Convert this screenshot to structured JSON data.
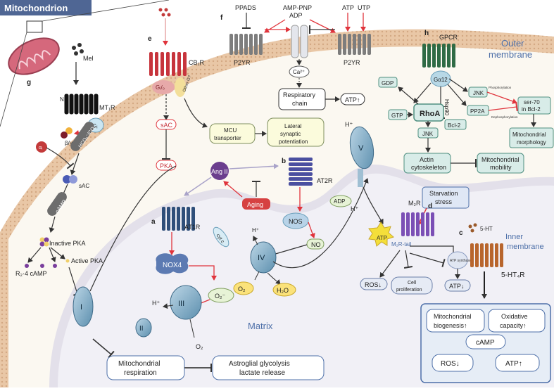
{
  "headings": {
    "mitochondrion": "Mitochondrion",
    "outer_membrane_1": "Outer",
    "outer_membrane_2": "membrane",
    "inner_membrane_1": "Inner",
    "inner_membrane_2": "membrane",
    "matrix": "Matrix"
  },
  "panels": [
    "a",
    "b",
    "c",
    "d",
    "e",
    "f",
    "g",
    "h"
  ],
  "receptors": {
    "mt1r": "MT₁R",
    "cb1r": "CB₁R",
    "p2yr_left": "P2YR",
    "p2yr_right": "P2YR",
    "gpcr": "GPCR",
    "at1r": "AT1R",
    "at2r": "AT2R",
    "m2r": "M₂R",
    "m2r_tail": "M₂R-tail",
    "ht4r": "5-HT₄R"
  },
  "ligands": {
    "mel": "Mel",
    "ppads": "PPADS",
    "amp_pnp": "AMP-PNP",
    "adp_top": "ADP",
    "atp_top": "ATP",
    "utp_top": "UTP",
    "ht5": "5-HT"
  },
  "g_module": {
    "gi": "Gᵢ",
    "alpha": "αᵢ",
    "beta_gamma": "β/γ",
    "hco3": "HCO₃⁻/CO₂",
    "sac": "sAC",
    "camp": "cAMP",
    "inactive_pka": "Inactive PKA",
    "active_pka": "Active PKA",
    "r2_camp": "R₂·4 cAMP"
  },
  "e_module": {
    "gio": "Gᵢ/ₒ",
    "other_g": "Other G?",
    "sac": "sAC",
    "pka": "PKA",
    "mcu": "MCU transporter",
    "lateral": "Lateral synaptic potentiation"
  },
  "f_module": {
    "ca": "Ca²⁺",
    "resp_chain_1": "Respiratory",
    "resp_chain_2": "chain",
    "atp_up": "ATP↑"
  },
  "h_module": {
    "ga12": "Gα12",
    "gdp": "GDP",
    "gtp": "GTP",
    "rhoa": "RhoA",
    "jnk1": "JNK",
    "jnk2": "JNK",
    "hsp90": "Hsp90",
    "pp2a": "PP2A",
    "bcl2": "Bcl-2",
    "ser70_1": "ser-70",
    "ser70_2": "in Bcl-2",
    "phos": "Phosphorylation",
    "dephos": "Dephosphorylation",
    "morph_1": "Mitochondrial",
    "morph_2": "morphology",
    "actin_1": "Actin",
    "actin_2": "cytoskeleton",
    "mobility_1": "Mitochondrial",
    "mobility_2": "mobility"
  },
  "ab_module": {
    "ang2": "Ang II",
    "aging": "Aging",
    "nos": "NOS",
    "no": "NO",
    "nox4": "NOX4",
    "superoxide": "O₂⁻",
    "cyt_c": "cyt c",
    "h_plus": "H⁺",
    "o2": "O₂",
    "h2o": "H₂O",
    "o2_out": "O₂"
  },
  "etc": {
    "complex_1": "I",
    "complex_2": "II",
    "complex_3": "III",
    "complex_4": "IV",
    "complex_5": "V",
    "adp": "ADP",
    "atp": "ATP"
  },
  "d_module": {
    "starvation_1": "Starvation",
    "starvation_2": "stress",
    "ros_down": "ROS↓",
    "cell_prolif_1": "Cell",
    "cell_prolif_2": "proliferation",
    "atp_down": "ATP↓",
    "atp_synthase": "ATP synthase"
  },
  "bottom": {
    "resp_1": "Mitochondrial",
    "resp_2": "respiration",
    "glyc_1": "Astroglial glycolysis",
    "glyc_2": "lactate release"
  },
  "outcome_box": {
    "biogenesis_1": "Mitochondrial",
    "biogenesis_2": "biogenesis↑",
    "oxidative_1": "Oxidative",
    "oxidative_2": "capacity↑",
    "camp": "cAMP",
    "ros": "ROS↓",
    "atp": "ATP↑"
  },
  "colors": {
    "membrane_outer": "#e8c9a7",
    "membrane_inner": "#d9d4df",
    "matrix": "#f1f0f6",
    "cyto": "#ffffff",
    "arrow_red": "#e0343c",
    "heading_blue": "#4d6fa8"
  }
}
